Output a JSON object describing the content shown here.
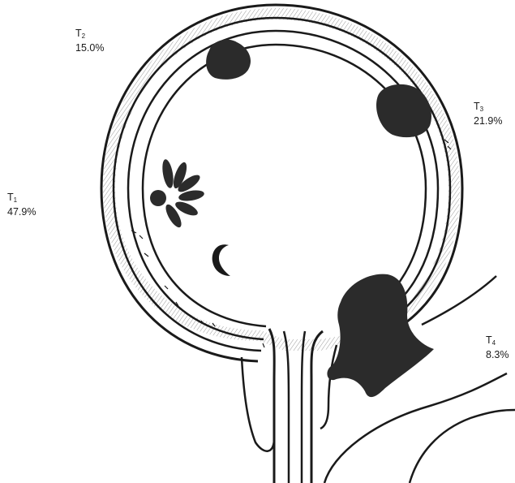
{
  "stages": [
    {
      "id": "t1",
      "letter": "T",
      "sub": "1",
      "percent": "47.9%"
    },
    {
      "id": "t2",
      "letter": "T",
      "sub": "2",
      "percent": "15.0%"
    },
    {
      "id": "t3",
      "letter": "T",
      "sub": "3",
      "percent": "21.9%"
    },
    {
      "id": "t4",
      "letter": "T",
      "sub": "4",
      "percent": "8.3%"
    }
  ],
  "colors": {
    "ink": "#1a1a1a",
    "tumor": "#2b2b2b",
    "wall_hatch": "#8a8a8a",
    "background": "#ffffff"
  }
}
